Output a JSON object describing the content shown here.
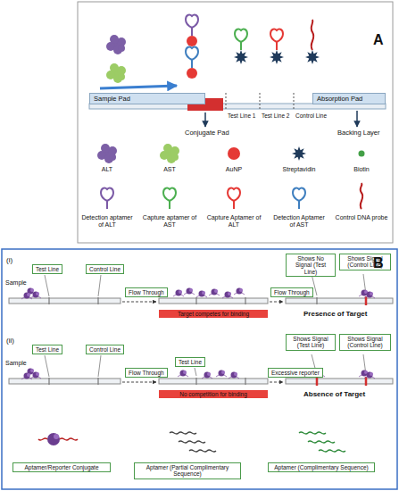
{
  "diagram": {
    "nodes": [
      {
        "text": [
          "Sample Pad"
        ]
      },
      {
        "text": [
          "Absorption Pad"
        ]
      },
      {
        "text": [
          "Test Line"
        ]
      },
      {
        "text": [
          "Control Line"
        ]
      },
      {
        "text": [
          "Flow Through"
        ]
      },
      {
        "text": [
          "Target competes for binding"
        ]
      },
      {
        "text": [
          "Flow Through"
        ]
      },
      {
        "text": [
          "Shows No Signal (Test Line)"
        ]
      },
      {
        "text": [
          "Shows Signal (Control Line)"
        ]
      },
      {
        "text": [
          "Test Line"
        ]
      },
      {
        "text": [
          "Control Line"
        ]
      },
      {
        "text": [
          "Flow Through"
        ]
      },
      {
        "text": [
          "No competition for binding"
        ]
      },
      {
        "text": [
          "Test Line"
        ]
      },
      {
        "text": [
          "Excessive reporter"
        ]
      },
      {
        "text": [
          "Shows Signal (Test Line)"
        ]
      },
      {
        "text": [
          "Shows Signal (Control Line)"
        ]
      },
      {
        "text": [
          "Aptamer/Reporter Conjugate"
        ]
      },
      {
        "text": [
          "Aptamer (Partial Complimentary Sequence)"
        ]
      },
      {
        "text": [
          "Aptamer (Complimentary Sequence)"
        ]
      }
    ],
    "labels": [
      "A",
      "Conjugate Pad",
      "Test Line 1",
      "Test Line 2",
      "Control Line",
      "Backing Layer",
      "B",
      "(i)",
      "Sample",
      "Presence of Target",
      "(ii)",
      "Sample",
      "Absence of Target"
    ],
    "legend": [
      {
        "text": "ALT"
      },
      {
        "text": "AST"
      },
      {
        "text": "AuNP"
      },
      {
        "text": "Streptavidin"
      },
      {
        "text": "Biotin"
      },
      {
        "text": "Detection aptamer of ALT"
      },
      {
        "text": "Capture aptamer of AST"
      },
      {
        "text": "Capture Aptamer of ALT"
      },
      {
        "text": "Detection Aptamer of AST"
      },
      {
        "text": "Control DNA probe"
      }
    ]
  }
}
